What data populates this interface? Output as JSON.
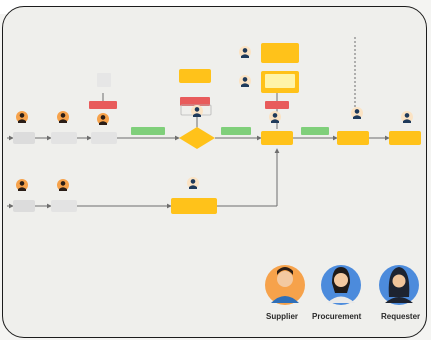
{
  "legend": {
    "supplier": "Supplier",
    "procurement": "Procurement",
    "requester": "Requester"
  },
  "colors": {
    "yellow": "#ffc21a",
    "green": "#7fcf7a",
    "red": "#e85b5b",
    "grey_node": "#dcdcdc",
    "line": "#6e6e6e",
    "supplier_bg": "#f6a24b",
    "procurement_bg": "#4c8bdc",
    "requester_bg": "#4c8bdc",
    "frame": "#1c1c1c"
  },
  "icons": [
    "person-icon",
    "arrow-right-icon"
  ]
}
